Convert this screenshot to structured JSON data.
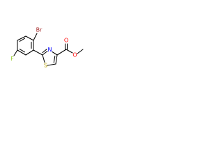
{
  "molecule": {
    "atoms": {
      "bromine": "Br",
      "fluorine": "F",
      "thiazole_sulfur": "S",
      "thiazole_nitrogen": "N",
      "carbonyl_oxygen": "O",
      "ester_oxygen": "O"
    }
  },
  "colors": {
    "bond": "#000000",
    "bromine": "#a52a2a",
    "fluorine": "#9acd32",
    "sulfur": "#b8a000",
    "nitrogen": "#0000ff",
    "oxygen": "#ff0000"
  }
}
